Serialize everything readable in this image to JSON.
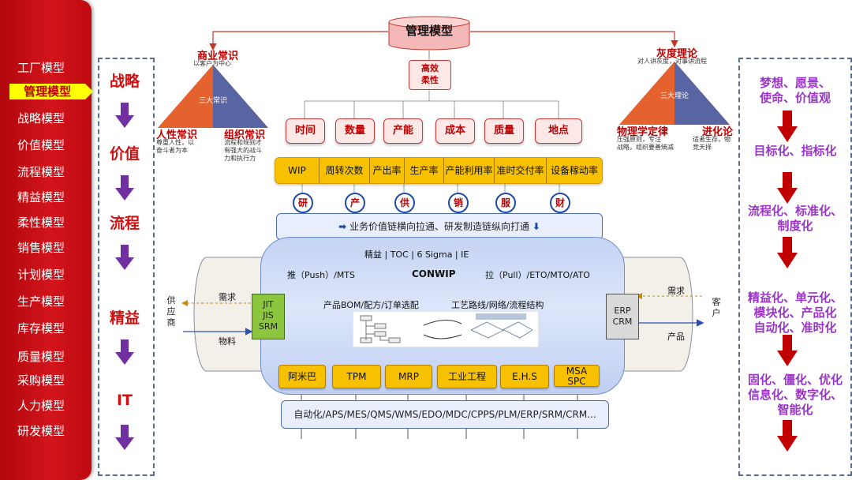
{
  "sidebar": {
    "items": [
      "工厂模型",
      "管理模型",
      "战略模型",
      "价值模型",
      "流程模型",
      "精益模型",
      "柔性模型",
      "销售模型",
      "计划模型",
      "生产模型",
      "库存模型",
      "质量模型",
      "采购模型",
      "人力模型",
      "研发模型"
    ],
    "active_index": 1
  },
  "left_flow": [
    "战略",
    "价值",
    "流程",
    "精益",
    "IT"
  ],
  "top": {
    "title": "管理模型",
    "core": "高效\n柔性",
    "factors": [
      "时间",
      "数量",
      "产能",
      "成本",
      "质量",
      "地点"
    ]
  },
  "kpis": [
    "WIP",
    "周转次数",
    "产出率",
    "生产率",
    "产能利用率",
    "准时交付率",
    "设备稼动率"
  ],
  "value_chain": [
    "研",
    "产",
    "供",
    "销",
    "服",
    "财"
  ],
  "value_bar": "业务价值链横向拉通、研发制造链纵向打通",
  "left_triangle": {
    "top_title": "商业常识",
    "top_sub": "以客户为中心",
    "center": "三大常识",
    "left_title": "人性常识",
    "left_sub": "尊重人性，以\n奋斗者为本",
    "right_title": "组织常识",
    "right_sub": "流程和规则才\n有强大的战斗\n力和执行力"
  },
  "right_triangle": {
    "top_title": "灰度理论",
    "top_sub": "对人讲灰度，对事讲流程",
    "center": "三大理论",
    "left_title": "物理学定律",
    "left_sub": "压强原则，专注\n战略，组织要善熵减",
    "right_title": "进化论",
    "right_sub": "适者生存，物\n竞天择"
  },
  "central": {
    "methods": "精益 |    TOC |   6 Sigma  |   IE",
    "push": "推（Push）/MTS",
    "conwip": "CONWIP",
    "pull": "拉（Pull）/ETO/MTO/ATO",
    "bom": "产品BOM/配方/订单选配",
    "route": "工艺路线/网络/流程结构"
  },
  "left_cylinder": {
    "demand": "需求",
    "material": "物料",
    "supplier": "供\n应\n商",
    "box": "JIT\nJIS\nSRM"
  },
  "right_cylinder": {
    "demand": "需求",
    "product": "产品",
    "customer": "客\n户",
    "box": "ERP\nCRM"
  },
  "tools": [
    "阿米巴",
    "TPM",
    "MRP",
    "工业工程",
    "E.H.S",
    "MSA\nSPC"
  ],
  "it_bar": "自动化/APS/MES/QMS/WMS/EDO/MDC/CPPS/PLM/ERP/SRM/CRM...",
  "right_flow": [
    "梦想、愿景、\n使命、价值观",
    "目标化、指标化",
    "流程化、标准化、\n制度化",
    "精益化、单元化、\n模块化、产品化\n自动化、准时化",
    "固化、僵化、优化\n信息化、数字化、\n智能化"
  ],
  "colors": {
    "red": "#c00000",
    "yellow": "#f8c100",
    "purple": "#9b34c9",
    "blue": "#1f49a6"
  }
}
